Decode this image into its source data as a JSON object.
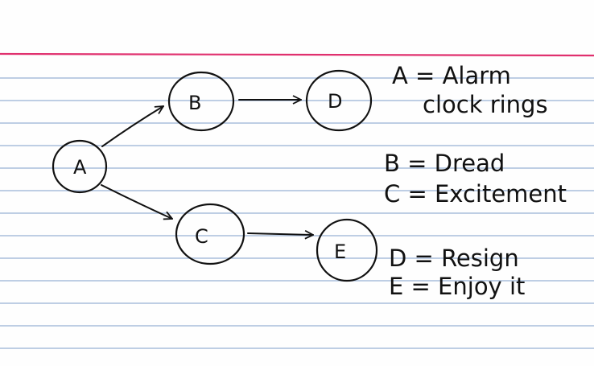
{
  "colors": {
    "card": "#fefefe",
    "rule_line": "#9fb6d6",
    "margin_line": "#e0306e",
    "ink": "#111111"
  },
  "diagram": {
    "nodes": [
      {
        "id": "A",
        "label": "A"
      },
      {
        "id": "B",
        "label": "B"
      },
      {
        "id": "C",
        "label": "C"
      },
      {
        "id": "D",
        "label": "D"
      },
      {
        "id": "E",
        "label": "E"
      }
    ],
    "edges": [
      {
        "from": "A",
        "to": "B"
      },
      {
        "from": "A",
        "to": "C"
      },
      {
        "from": "B",
        "to": "D"
      },
      {
        "from": "C",
        "to": "E"
      }
    ]
  },
  "legend": {
    "a_line1": "A = Alarm",
    "a_line2": "clock rings",
    "b": "B = Dread",
    "c": "C = Excitement",
    "d": "D = Resign",
    "e": "E = Enjoy it"
  }
}
